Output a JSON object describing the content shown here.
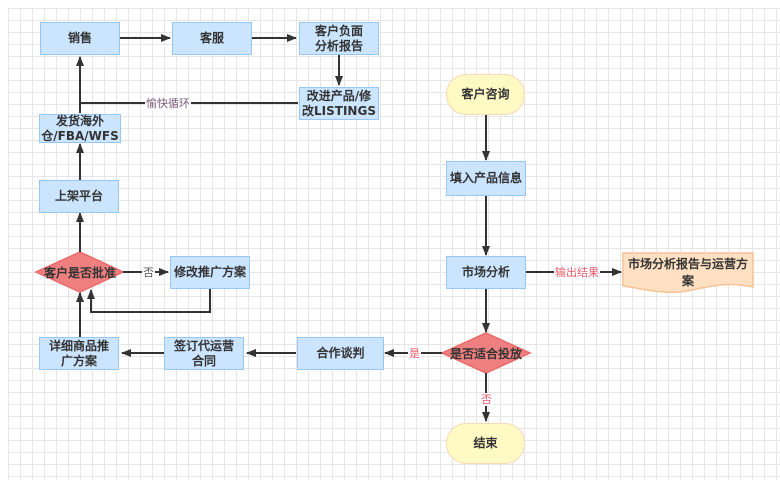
{
  "diagram": {
    "type": "flowchart",
    "colors": {
      "process_fill": "#cce5ff",
      "process_border": "#99c6f2",
      "terminal_fill": "#fff9c4",
      "terminal_border": "#f7d9b8",
      "decision_fill": "#f08080",
      "decision_border": "#e86a6a",
      "document_fill": "#ffe0c2",
      "document_border": "#f5c396",
      "edge": "#333333",
      "label_red": "#e85a6a"
    },
    "nodes": {
      "sales": "销售",
      "customer_service": "客服",
      "negative_report": "客户负面\n分析报告",
      "improve_product": "改进产品/修\n改LISTINGS",
      "ship_warehouse": "发货海外\n仓/FBA/WFS",
      "list_platform": "上架平台",
      "client_approve": "客户是否批准",
      "modify_plan": "修改推广方案",
      "detailed_plan": "详细商品推\n广方案",
      "sign_contract": "签订代运营\n合同",
      "negotiation": "合作谈判",
      "suitable_decision": "是否适合投放",
      "customer_inquiry": "客户咨询",
      "fill_info": "填入产品信息",
      "market_analysis": "市场分析",
      "report_doc": "市场分析报告与运营方案",
      "end": "结束"
    },
    "edge_labels": {
      "happy_loop": "愉快循环",
      "no_approve": "否",
      "output_result": "输出结果",
      "yes": "是",
      "no_end": "否"
    }
  }
}
